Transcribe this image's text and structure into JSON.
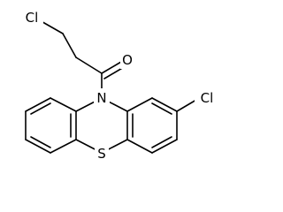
{
  "diagram": {
    "atoms": {
      "cl_top": "Cl",
      "oxygen": "O",
      "nitrogen": "N",
      "cl_ring": "Cl",
      "sulfur": "S"
    },
    "colors": {
      "bond": "#000000",
      "label": "#000000",
      "background": "#ffffff"
    }
  }
}
